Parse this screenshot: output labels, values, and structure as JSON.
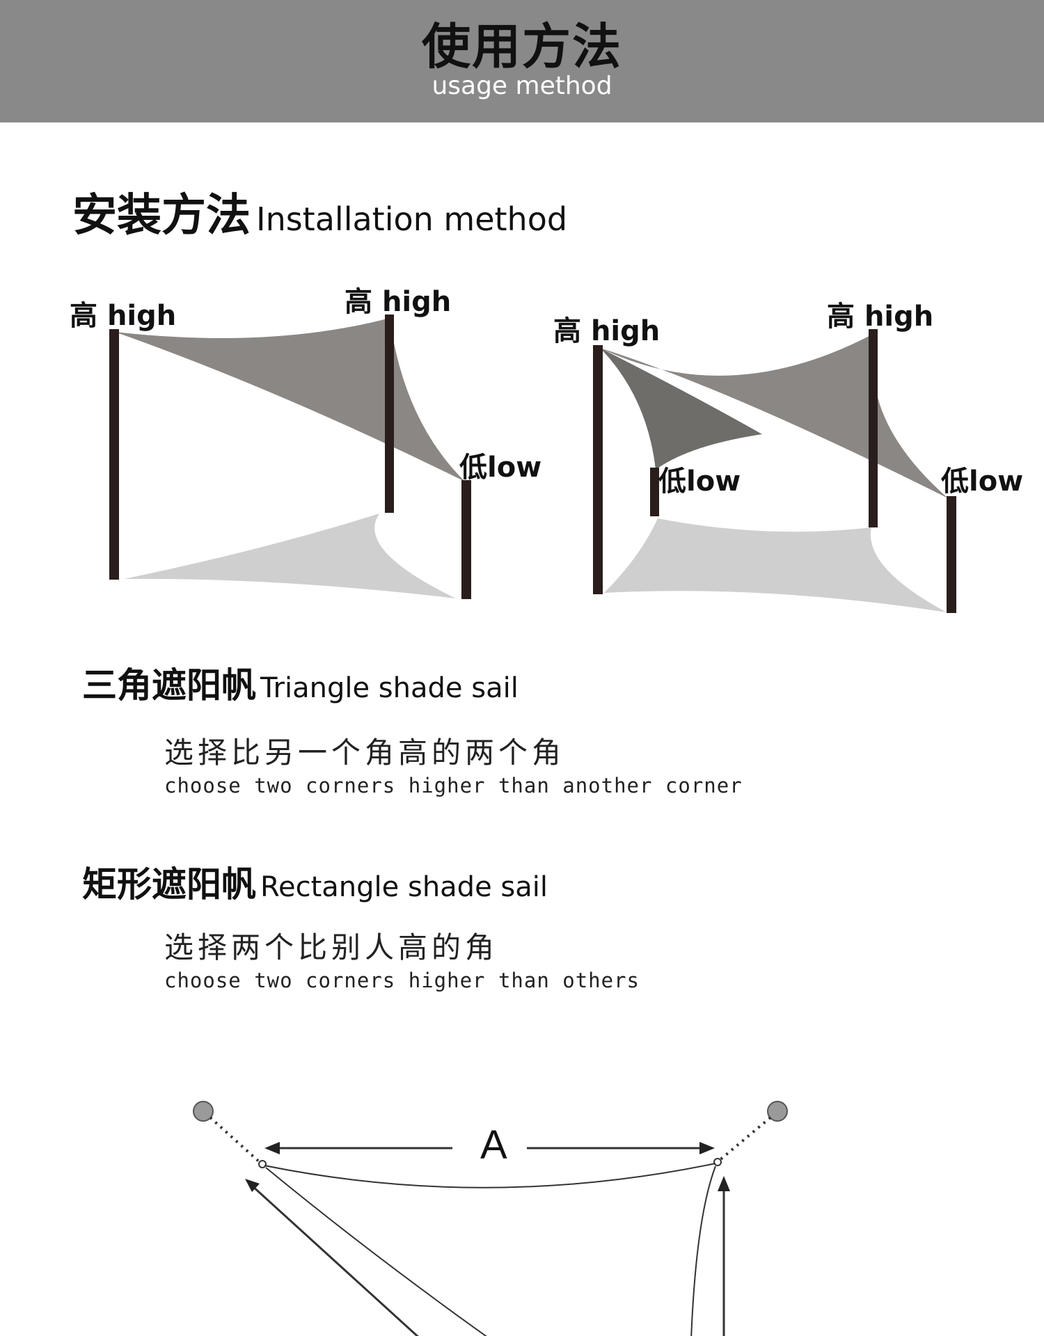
{
  "banner": {
    "title": "使用方法",
    "subtitle": "usage method"
  },
  "installation": {
    "title_cn": "安装方法",
    "title_en": "Installation method"
  },
  "diagram_labels": {
    "high_cn": "高",
    "high_en": "high",
    "low_cn": "低",
    "low_en": "low"
  },
  "triangle": {
    "title_cn": "三角遮阳帆",
    "title_en": "Triangle shade sail",
    "desc_cn": "选择比另一个角高的两个角",
    "desc_en": "choose two corners higher than another corner"
  },
  "rectangle": {
    "title_cn": "矩形遮阳帆",
    "title_en": "Rectangle shade sail",
    "desc_cn": "选择两个比别人高的角",
    "desc_en": "choose two corners higher than others"
  },
  "measure": {
    "label_a": "A"
  },
  "colors": {
    "banner": "#898989",
    "sail": "#8a8785",
    "sail_dark": "#6e6d6a",
    "shadow": "#cfcfcf",
    "pole": "#2a1e1c"
  }
}
